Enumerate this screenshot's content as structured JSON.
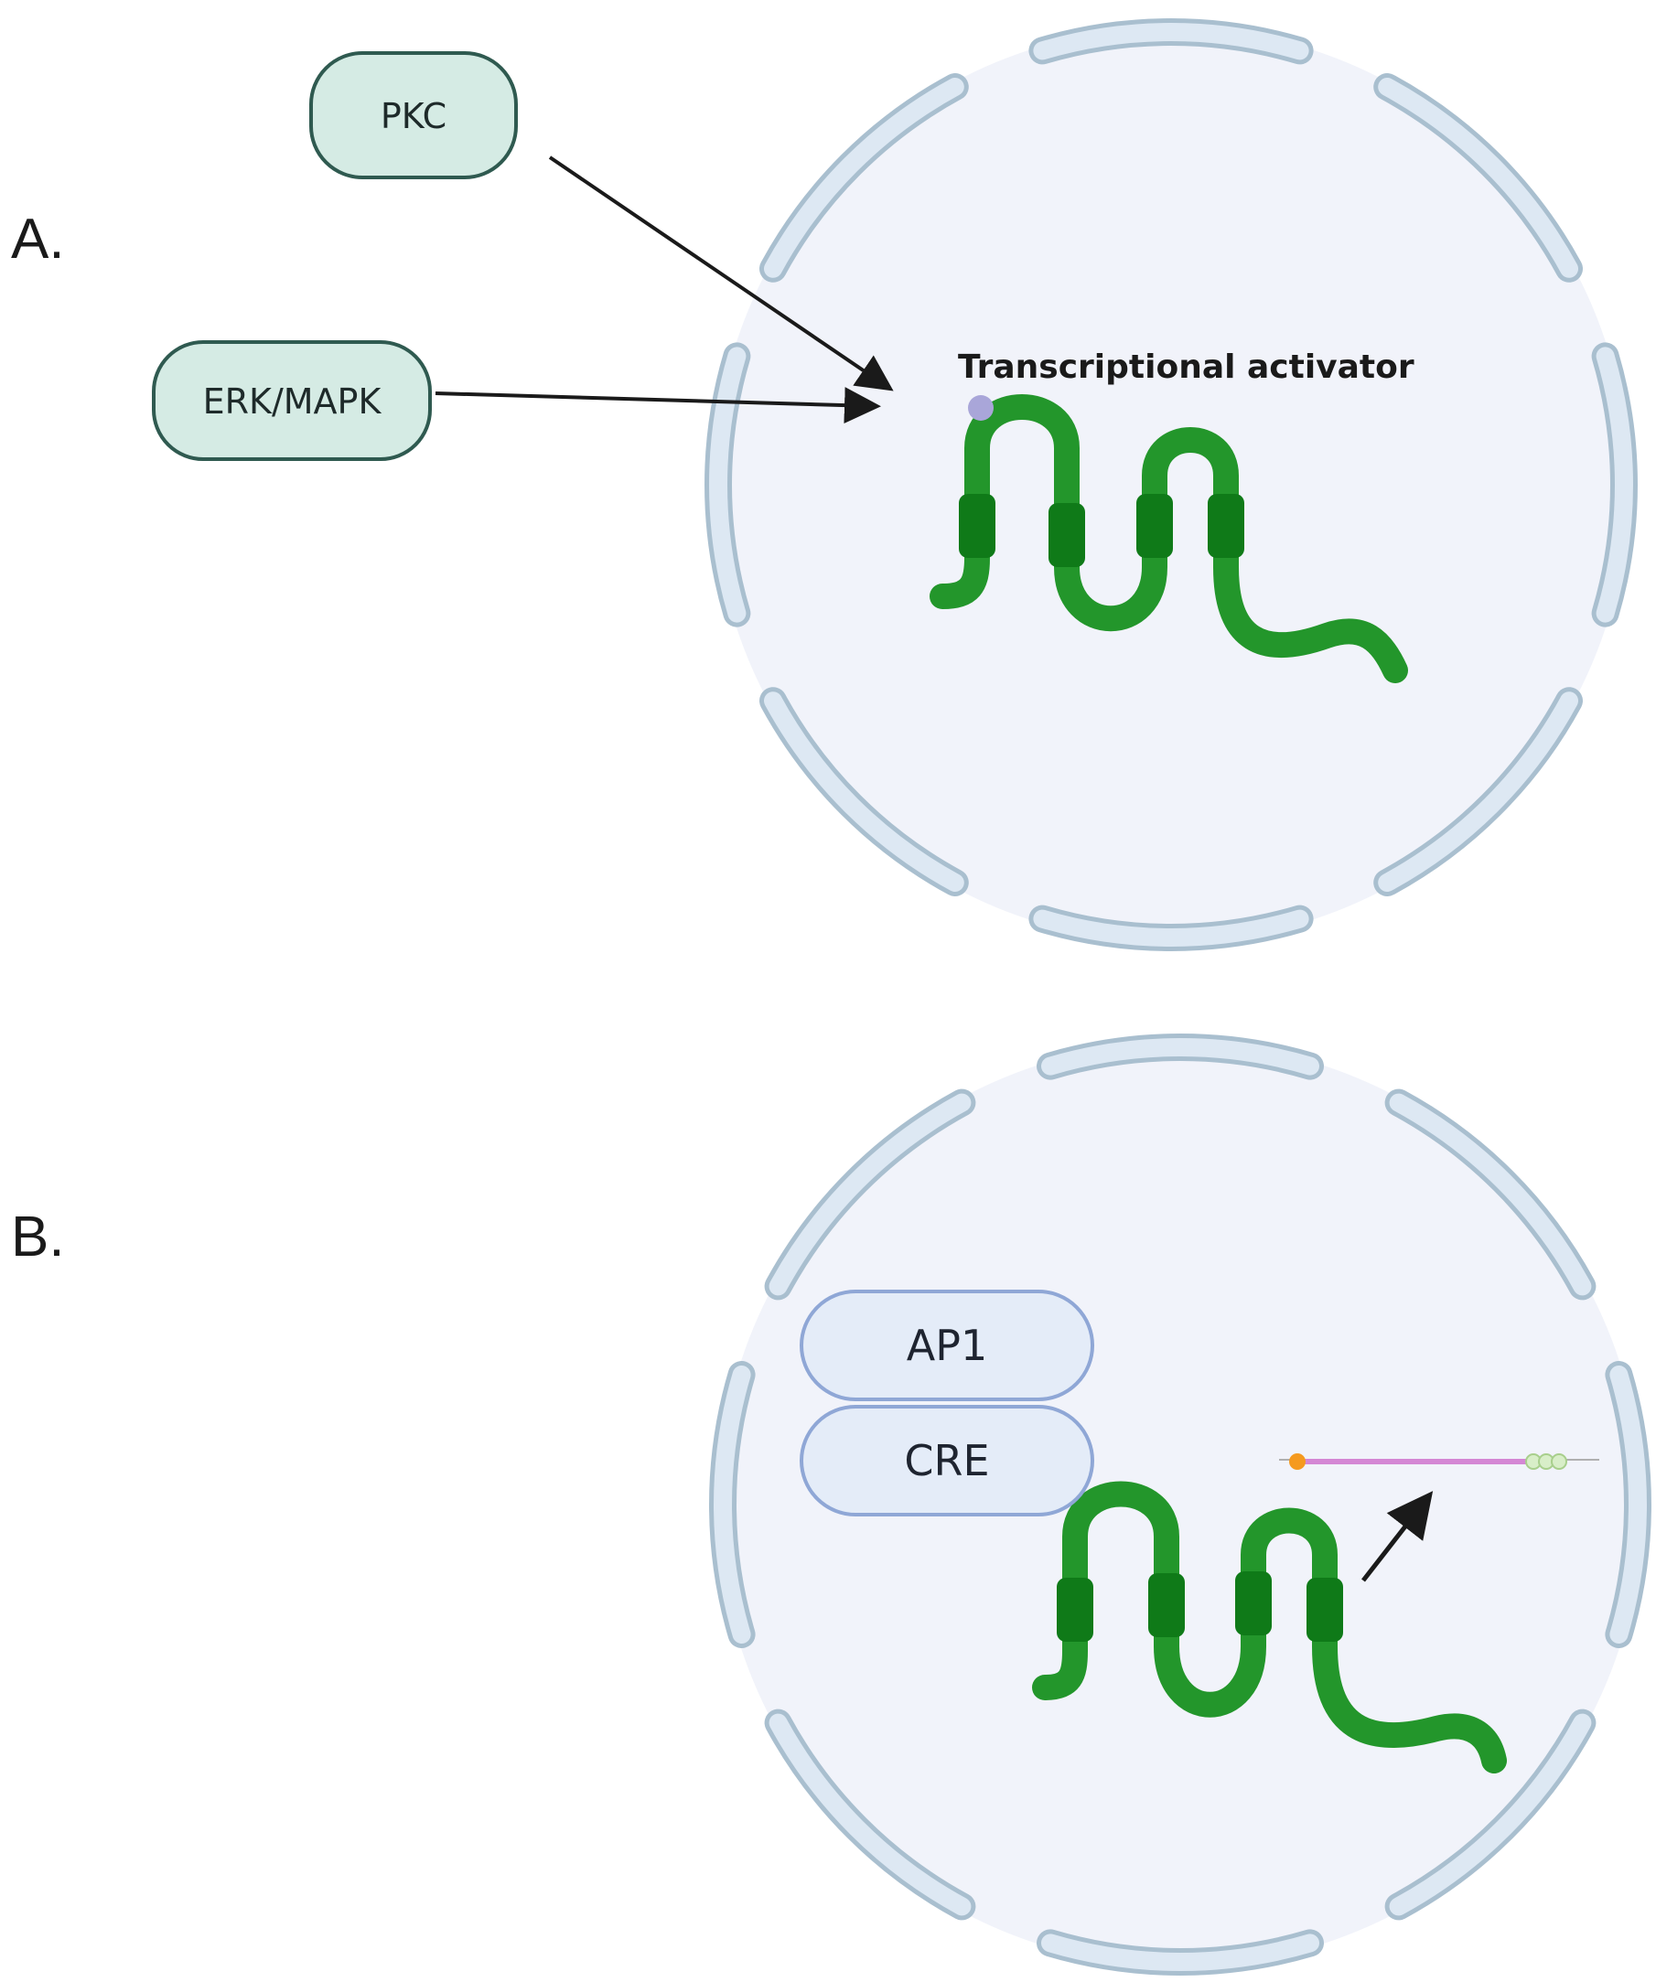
{
  "panels": {
    "a": {
      "label": "A."
    },
    "b": {
      "label": "B."
    }
  },
  "nodes": {
    "pkc": "PKC",
    "erk_mapk": "ERK/MAPK",
    "ap1": "AP1",
    "cre": "CRE"
  },
  "annotations": {
    "transcriptional_activator": "Transcriptional activator"
  },
  "colors": {
    "nucleus_fill": "#f1f3fa",
    "envelope_fill": "#dde8f3",
    "envelope_stroke": "#a9bfcf",
    "dna_green": "#23962b",
    "dna_dark": "#0f7a18",
    "kinase_fill": "#d5ebe4",
    "kinase_stroke": "#2f5a50",
    "factor_fill": "#e4ecf8",
    "factor_stroke": "#8fa7d6",
    "arrow": "#1a1a1a",
    "phospho_dot": "#a9a6d9",
    "mrna": "#d487d4",
    "cap": "#f59a1f"
  }
}
